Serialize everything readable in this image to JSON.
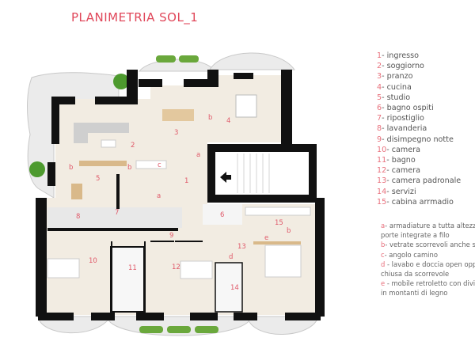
{
  "title": "PLANIMETRIA SOL_1",
  "legend": [
    {
      "num": "1",
      "label": "- ingresso"
    },
    {
      "num": "2",
      "label": "- soggiorno"
    },
    {
      "num": "3",
      "label": "- pranzo"
    },
    {
      "num": "4",
      "label": "- cucina"
    },
    {
      "num": "5",
      "label": "- studio"
    },
    {
      "num": "6",
      "label": "- bagno ospiti"
    },
    {
      "num": "7",
      "label": "- ripostiglio"
    },
    {
      "num": "8",
      "label": "- lavanderia"
    },
    {
      "num": "9",
      "label": "- disimpegno notte"
    },
    {
      "num": "10",
      "label": "- camera"
    },
    {
      "num": "11",
      "label": "- bagno"
    },
    {
      "num": "12",
      "label": "- camera"
    },
    {
      "num": "13",
      "label": "- camera padronale"
    },
    {
      "num": "14",
      "label": "- servizi"
    },
    {
      "num": "15",
      "label": "- cabina arrmadio"
    }
  ],
  "notes": [
    {
      "key": "a",
      "lines": [
        "- armadiature a tutta altezza c",
        "porte integrate a filo"
      ]
    },
    {
      "key": "b",
      "lines": [
        "- vetrate scorrevoli anche scrig"
      ]
    },
    {
      "key": "c",
      "lines": [
        "- angolo camino"
      ]
    },
    {
      "key": "d",
      "lines": [
        " - lavabo e doccia open oppure",
        "chiusa da scorrevole"
      ]
    },
    {
      "key": "e",
      "lines": [
        " - mobile retroletto con divisori",
        "in montanti di legno"
      ]
    }
  ],
  "plan_labels": {
    "r1": "1",
    "r2": "2",
    "r3": "3",
    "r4": "4",
    "r5": "5",
    "r6": "6",
    "r7": "7",
    "r8": "8",
    "r9": "9",
    "r10": "10",
    "r11": "11",
    "r12": "12",
    "r13": "13",
    "r14": "14",
    "r15": "15",
    "a": "a",
    "b": "b",
    "c": "c",
    "d": "d",
    "e": "e"
  },
  "colors": {
    "accent": "#e0475a",
    "floor": "#f2ece2",
    "wall": "#111111",
    "balcony": "#e9e9e9"
  }
}
